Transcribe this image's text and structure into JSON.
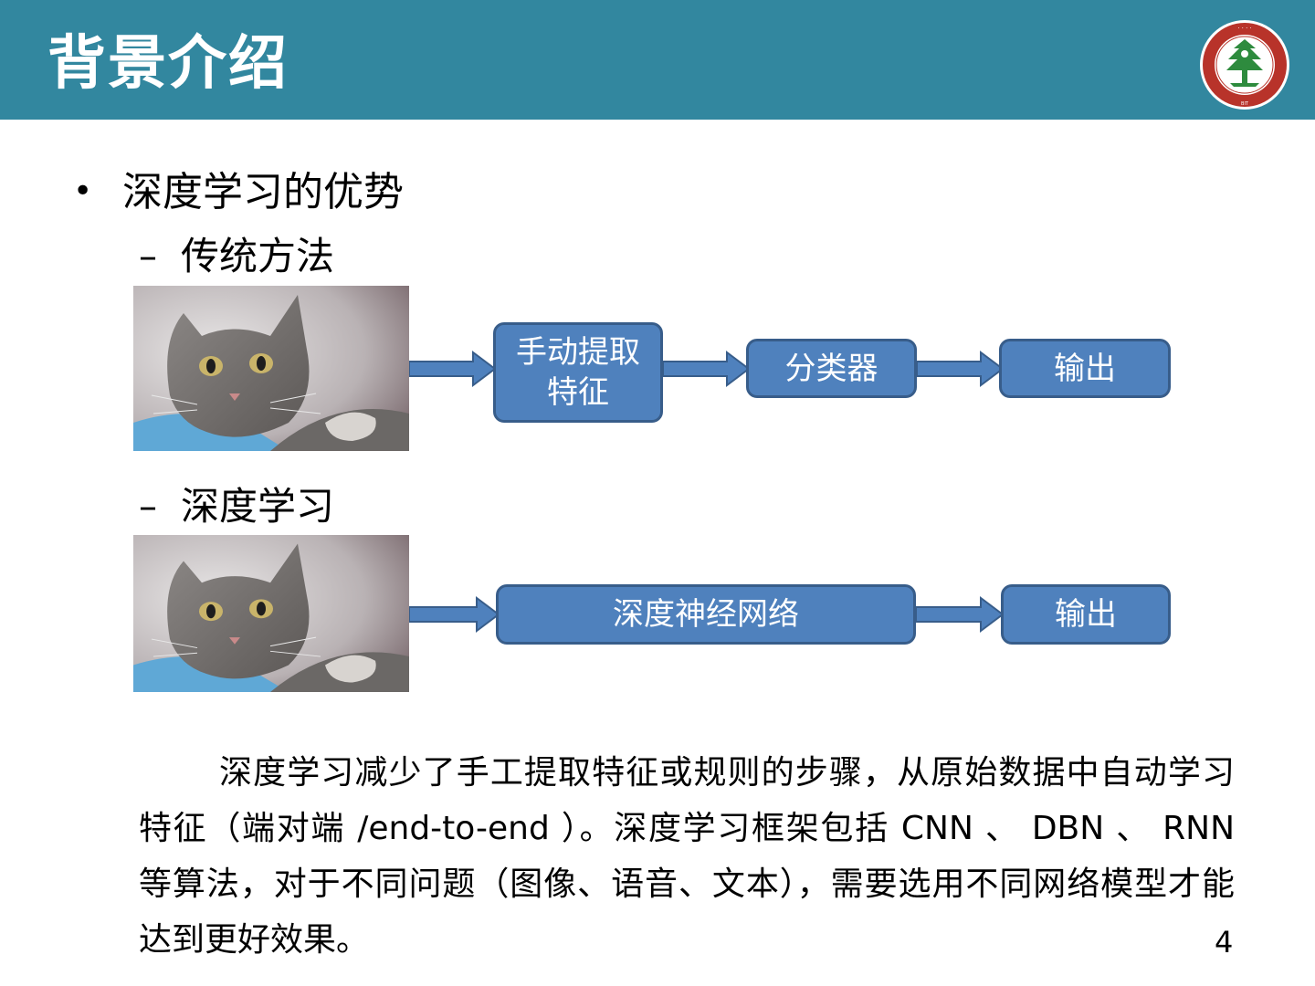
{
  "header": {
    "title": "背景介绍"
  },
  "content": {
    "bullet": "深度学习的优势",
    "section_traditional": {
      "dash": "–",
      "label": "传统方法",
      "steps": [
        "手动提取\n特征",
        "分类器",
        "输出"
      ]
    },
    "section_deep": {
      "dash": "–",
      "label": "深度学习",
      "steps": [
        "深度神经网络",
        "输出"
      ]
    },
    "paragraph": "深度学习减少了手工提取特征或规则的步骤，从原始数据中自动学习特征（端对端 /end-to-end ）。深度学习框架包括 CNN 、 DBN 、 RNN 等算法，对于不同问题（图像、语音、文本），需要选用不同网络模型才能达到更好效果。"
  },
  "page_number": "4",
  "colors": {
    "header_bg": "#32879f",
    "box_fill": "#4f81bd",
    "box_border": "#385d8a"
  },
  "icons": {
    "logo": "beijing-institute-of-technology-seal",
    "image": "cat-photo"
  }
}
